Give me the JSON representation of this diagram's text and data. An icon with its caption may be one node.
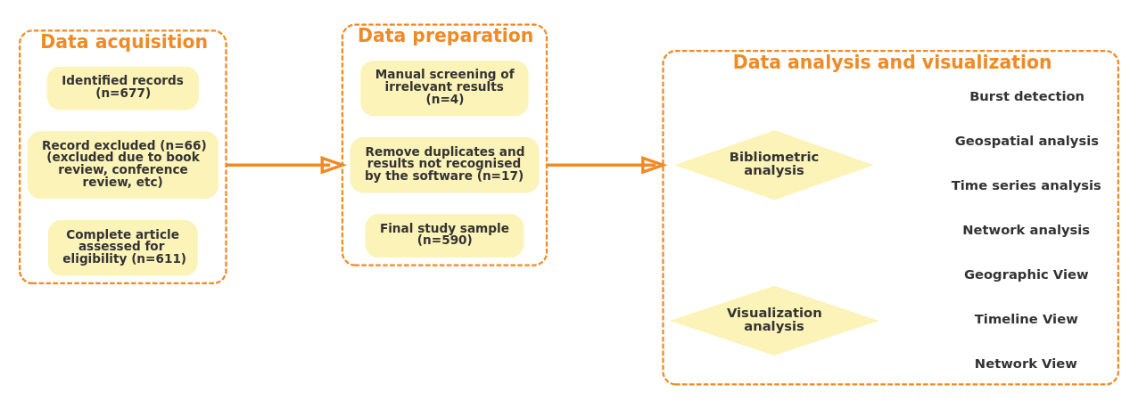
{
  "diagram": {
    "nodes": [
      {
        "text": [
          "Data acquisition"
        ]
      },
      {
        "text": [
          "Identified records (n=677)"
        ],
        "in": 0
      },
      {
        "text": [
          "Record excluded (n=66) (excluded due to book review, conference review, etc)"
        ],
        "in": 0
      },
      {
        "text": [
          "Complete article assessed for eligibility (n=611)"
        ],
        "in": 0
      },
      {
        "text": [
          "Data preparation"
        ]
      },
      {
        "text": [
          "Manual screening of irrelevant results (n=4)"
        ],
        "in": 4
      },
      {
        "text": [
          "Remove duplicates and results not recognised by the software (n=17)"
        ],
        "in": 4
      },
      {
        "text": [
          "Final study sample (n=590)"
        ],
        "in": 4
      },
      {
        "text": [
          "Data analysis and visualization"
        ]
      },
      {
        "text": [
          "Bibliometric analysis"
        ],
        "in": 8
      },
      {
        "text": [
          "Visualization analysis"
        ],
        "in": 8
      }
    ],
    "edges": [
      {
        "from": 0,
        "to": 4,
        "arrow": "to"
      },
      {
        "from": 4,
        "to": 8,
        "arrow": "to"
      }
    ],
    "labels": [
      "Network analysis",
      "Time series analysis",
      "Geospatial analysis",
      "Burst detection",
      "Network View",
      "Timeline View",
      "Geographic View"
    ]
  }
}
